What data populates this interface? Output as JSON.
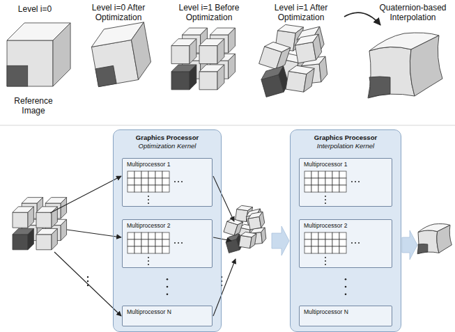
{
  "diagram": {
    "nodes": [
      {
        "text": [
          "Graphics Processor",
          "Optimization Kernel"
        ]
      },
      {
        "text": [
          "Multiprocessor 1"
        ],
        "in": 0
      },
      {
        "text": [
          "Multiprocessor 2"
        ],
        "in": 0
      },
      {
        "text": [
          "Multiprocessor N"
        ],
        "in": 0
      },
      {
        "text": [
          "Graphics Processor",
          "Interpolation Kernel"
        ]
      },
      {
        "text": [
          "Multiprocessor 1"
        ],
        "in": 4
      },
      {
        "text": [
          "Multiprocessor 2"
        ],
        "in": 4
      },
      {
        "text": [
          "Multiprocessor N"
        ],
        "in": 4
      }
    ],
    "labels": [
      "Level i=0",
      "Reference Image",
      "Level i=0 After Optimization",
      "Level i=1 Before Optimization",
      "Level i=1 After Optimization",
      "Quaternion-based Interpolation"
    ]
  }
}
